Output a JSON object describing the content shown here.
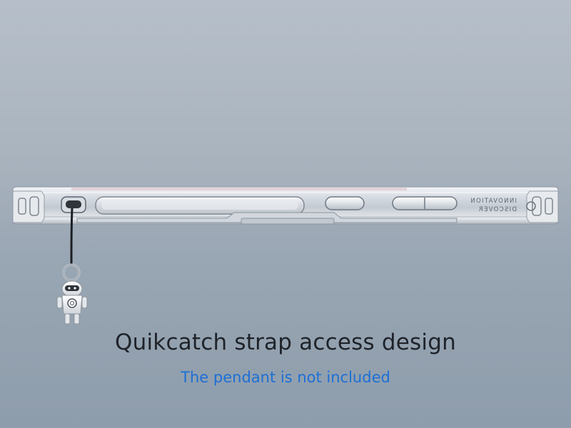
{
  "headline": "Quikcatch strap access design",
  "note": "The pendant is not included",
  "case_engraving": {
    "line1": "DISCOVER",
    "line2": "INNOVATION"
  },
  "colors": {
    "background_top": "#b6bfc9",
    "background_bottom": "#8e9dac",
    "headline": "#1f2329",
    "note": "#1c6fd6"
  }
}
